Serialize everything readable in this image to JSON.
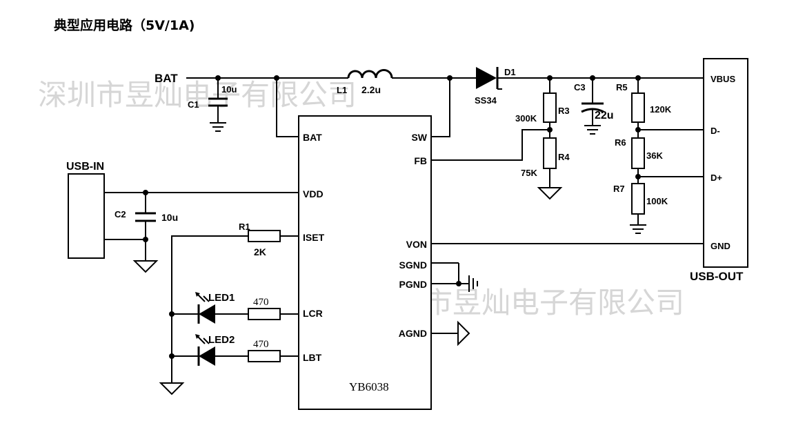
{
  "title": "典型应用电路（5V/1A)",
  "watermark": "深圳市昱灿电子有限公司",
  "chip": {
    "name": "YB6038",
    "pins_left": [
      "BAT",
      "VDD",
      "ISET",
      "LCR",
      "LBT"
    ],
    "pins_right": [
      "SW",
      "FB",
      "VON",
      "SGND",
      "PGND",
      "AGND"
    ]
  },
  "nets": {
    "bat": "BAT"
  },
  "components": {
    "c1": {
      "ref": "C1",
      "value": "10u"
    },
    "l1": {
      "ref": "L1",
      "value": "2.2u"
    },
    "d1": {
      "ref": "D1",
      "value": "SS34"
    },
    "r3": {
      "ref": "R3",
      "value": "300K"
    },
    "r4": {
      "ref": "R4",
      "value": "75K"
    },
    "c3": {
      "ref": "C3",
      "value": "22u"
    },
    "r5": {
      "ref": "R5",
      "value": "120K"
    },
    "r6": {
      "ref": "R6",
      "value": "36K"
    },
    "r7": {
      "ref": "R7",
      "value": "100K"
    },
    "c2": {
      "ref": "C2",
      "value": "10u"
    },
    "r1": {
      "ref": "R1",
      "value": "2K"
    },
    "led1": {
      "ref": "LED1",
      "value": "470"
    },
    "led2": {
      "ref": "LED2",
      "value": "470"
    }
  },
  "usb_in": {
    "label": "USB-IN"
  },
  "usb_out": {
    "label": "USB-OUT",
    "pins": [
      "VBUS",
      "D-",
      "D+",
      "GND"
    ]
  }
}
